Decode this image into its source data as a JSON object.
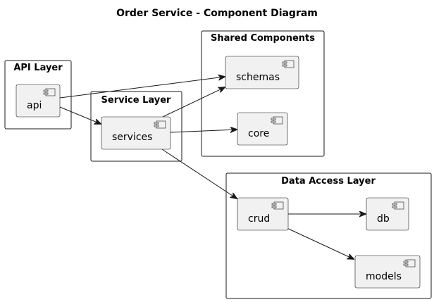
{
  "diagram": {
    "title": "Order Service - Component Diagram",
    "packages": {
      "api_layer": {
        "label": "API Layer"
      },
      "service_layer": {
        "label": "Service Layer"
      },
      "shared_components": {
        "label": "Shared Components"
      },
      "data_access_layer": {
        "label": "Data Access Layer"
      }
    },
    "components": {
      "api": {
        "label": "api"
      },
      "services": {
        "label": "services"
      },
      "schemas": {
        "label": "schemas"
      },
      "core": {
        "label": "core"
      },
      "crud": {
        "label": "crud"
      },
      "db": {
        "label": "db"
      },
      "models": {
        "label": "models"
      }
    },
    "edges": [
      {
        "from": "api",
        "to": "schemas"
      },
      {
        "from": "api",
        "to": "services"
      },
      {
        "from": "services",
        "to": "schemas"
      },
      {
        "from": "services",
        "to": "core"
      },
      {
        "from": "services",
        "to": "crud"
      },
      {
        "from": "crud",
        "to": "db"
      },
      {
        "from": "crud",
        "to": "models"
      }
    ]
  }
}
